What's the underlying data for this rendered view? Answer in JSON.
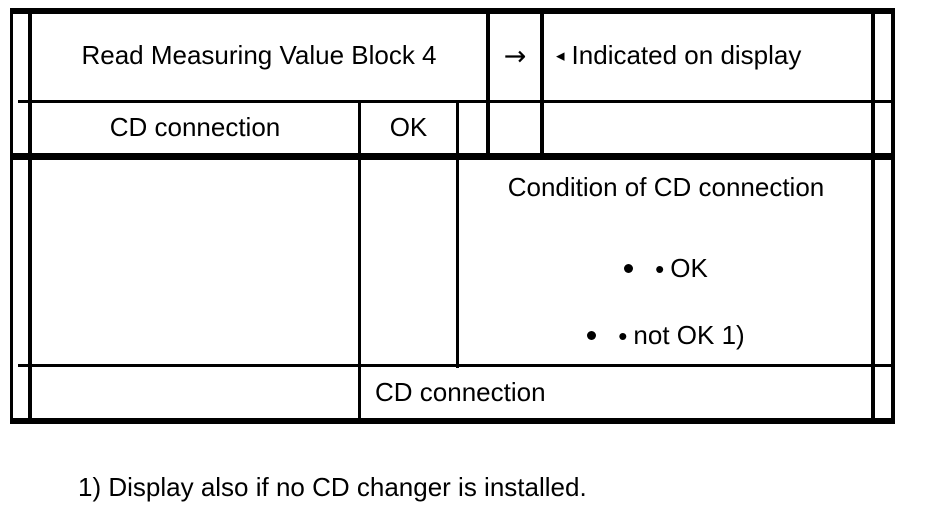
{
  "document": {
    "type": "technical-procedure-table",
    "footnote": "1) Display also if no CD changer is installed."
  },
  "table": {
    "rows": [
      {
        "id": "row-command",
        "action_label": "Read Measuring Value Block 4",
        "arrow": "→",
        "marker": "◂",
        "result_label": "Indicated on display"
      },
      {
        "id": "row-status",
        "name_label": "CD connection",
        "value_label": "OK"
      },
      {
        "id": "row-condition",
        "title": "Condition of CD connection",
        "bullets": [
          {
            "marker": "•",
            "label": "OK"
          },
          {
            "marker": "•",
            "label": "not OK 1)"
          }
        ]
      },
      {
        "id": "row-caption",
        "caption_label": "CD connection"
      }
    ]
  },
  "colors": {
    "line": "#000000",
    "background": "#ffffff",
    "text": "#000000"
  }
}
